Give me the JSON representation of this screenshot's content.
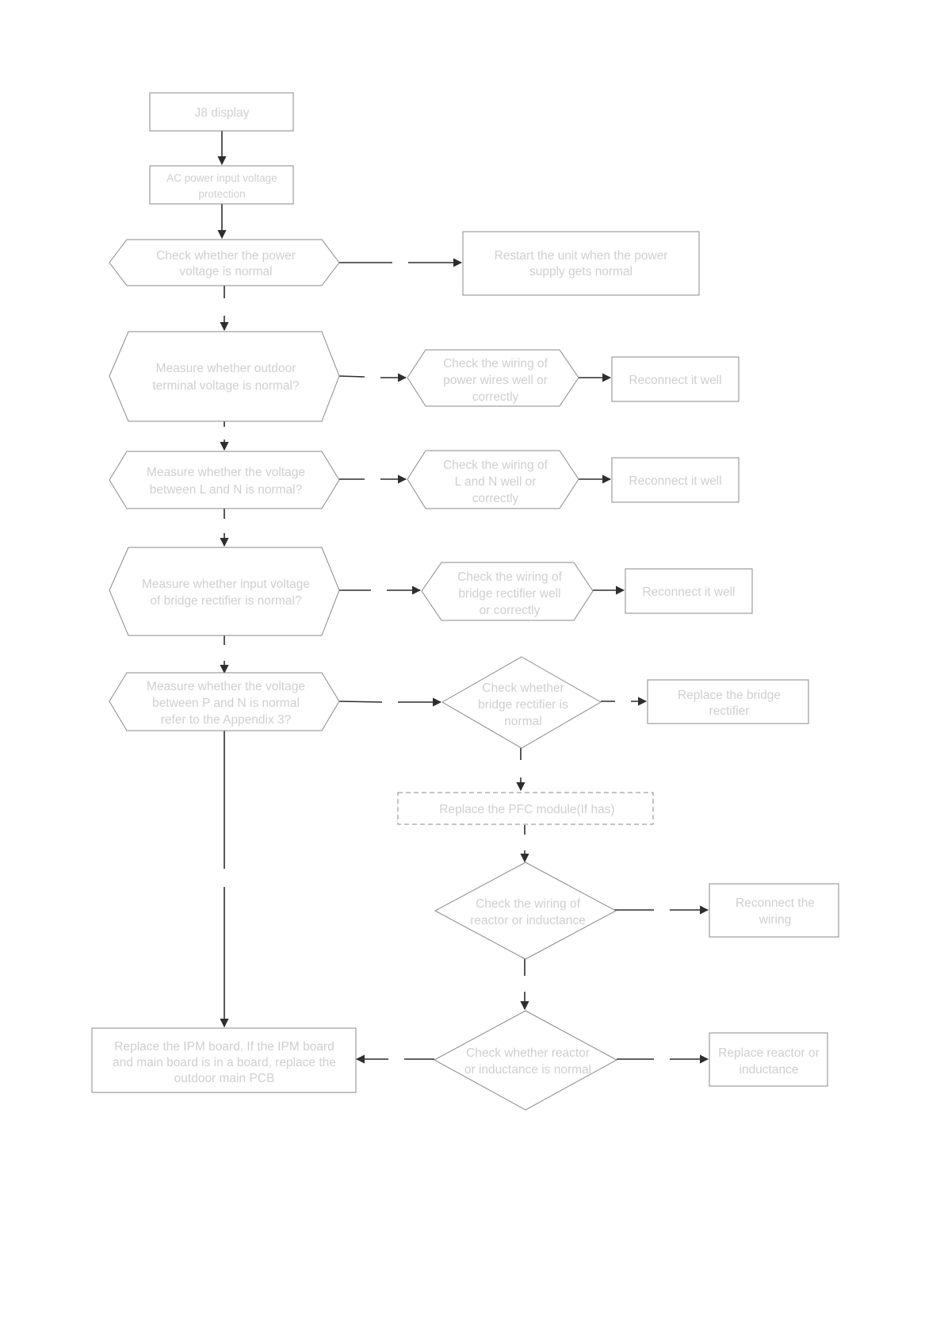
{
  "flowchart": {
    "nodes": {
      "j8": {
        "lines": [
          "J8  display"
        ]
      },
      "ac_protection": {
        "lines": [
          "AC power input voltage",
          "protection"
        ]
      },
      "check_power": {
        "lines": [
          "Check whether the power",
          "voltage is normal"
        ]
      },
      "restart": {
        "lines": [
          "Restart the unit when the power",
          "supply gets normal"
        ]
      },
      "measure_terminal": {
        "lines": [
          "Measure whether outdoor",
          "terminal voltage is  normal?"
        ]
      },
      "check_power_wires": {
        "lines": [
          "Check the wiring of",
          "power wires well or",
          "correctly"
        ]
      },
      "reconnect_1": {
        "lines": [
          "Reconnect it well"
        ]
      },
      "measure_ln": {
        "lines": [
          "Measure whether the voltage",
          "between L and N is normal?"
        ]
      },
      "check_ln_wiring": {
        "lines": [
          "Check the wiring of",
          "L and N well or",
          "correctly"
        ]
      },
      "reconnect_2": {
        "lines": [
          "Reconnect it well"
        ]
      },
      "measure_bridge_input": {
        "lines": [
          "Measure whether input voltage",
          "of bridge rectifier is normal?"
        ]
      },
      "check_bridge_wiring": {
        "lines": [
          "Check the wiring of",
          "bridge rectifier well",
          "or correctly"
        ]
      },
      "reconnect_3": {
        "lines": [
          "Reconnect it well"
        ]
      },
      "measure_pn": {
        "lines": [
          "Measure whether the voltage",
          "between P and N is normal",
          "refer to the Appendix 3?"
        ]
      },
      "check_bridge_normal": {
        "lines": [
          "Check whether",
          "bridge rectifier is",
          "normal"
        ]
      },
      "replace_bridge": {
        "lines": [
          "Replace the bridge",
          "rectifier"
        ]
      },
      "replace_pfc": {
        "lines": [
          "Replace the PFC module(If has)"
        ]
      },
      "check_reactor_wiring": {
        "lines": [
          "Check the wiring of",
          "reactor or inductance"
        ]
      },
      "reconnect_wiring": {
        "lines": [
          "Reconnect the",
          "wiring"
        ]
      },
      "check_reactor_normal": {
        "lines": [
          "Check whether reactor",
          "or inductance is normal"
        ]
      },
      "replace_reactor": {
        "lines": [
          "Replace reactor or",
          "inductance"
        ]
      },
      "replace_ipm": {
        "lines": [
          "Replace the IPM board. If the IPM board",
          "and main board is in a board, replace the",
          "outdoor main PCB"
        ]
      }
    }
  }
}
